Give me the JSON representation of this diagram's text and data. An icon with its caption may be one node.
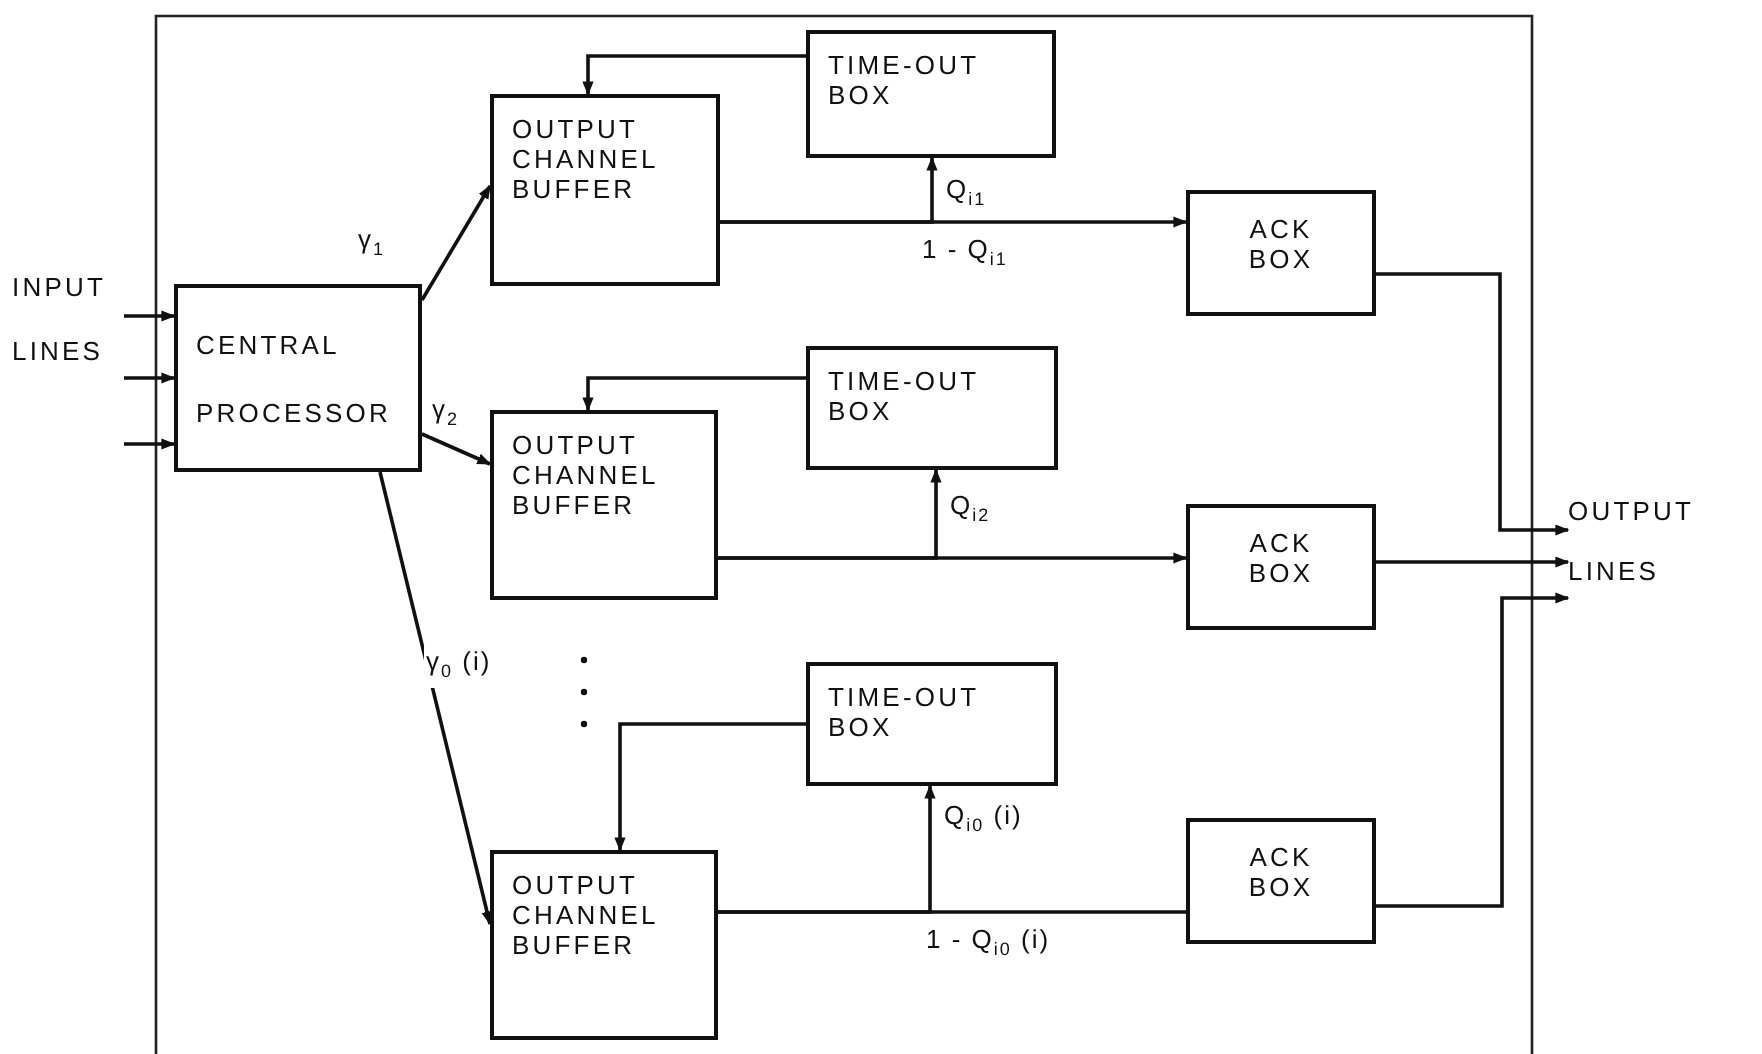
{
  "diagram": {
    "nodes": [
      {
        "text": [
          "INPUT LINES"
        ]
      },
      {
        "text": [
          "CENTRAL PROCESSOR"
        ]
      },
      {
        "text": [
          "OUTPUT CHANNEL BUFFER"
        ]
      },
      {
        "text": [
          "TIME-OUT BOX"
        ]
      },
      {
        "text": [
          "ACK BOX"
        ]
      },
      {
        "text": [
          "OUTPUT CHANNEL BUFFER"
        ]
      },
      {
        "text": [
          "TIME-OUT BOX"
        ]
      },
      {
        "text": [
          "ACK BOX"
        ]
      },
      {
        "text": [
          "TIME-OUT BOX"
        ]
      },
      {
        "text": [
          "OUTPUT CHANNEL BUFFER"
        ]
      },
      {
        "text": [
          "ACK BOX"
        ]
      },
      {
        "text": [
          "OUTPUT LINES"
        ]
      }
    ],
    "edges": [
      {
        "from": 0,
        "to": 1,
        "arrow": "to"
      },
      {
        "from": 0,
        "to": 1,
        "arrow": "to"
      },
      {
        "from": null,
        "to": 1,
        "arrow": "to"
      },
      {
        "from": 1,
        "to": 2,
        "arrow": "to",
        "label": "γ$_{1}$"
      },
      {
        "from": 1,
        "to": 5,
        "arrow": "to",
        "label": "γ$_{2}$"
      },
      {
        "from": 1,
        "to": 9,
        "arrow": "to",
        "label": "γ$_{0}$ (i)"
      },
      {
        "from": 2,
        "to": 4,
        "arrow": "to",
        "label": "1 - Q$_{i1}$"
      },
      {
        "from": 2,
        "to": 3,
        "arrow": "to",
        "label": "Q$_{i1}$"
      },
      {
        "from": 3,
        "to": 2,
        "arrow": "to"
      },
      {
        "from": 5,
        "to": 7,
        "arrow": "to"
      },
      {
        "from": 5,
        "to": 6,
        "arrow": "to",
        "label": "Q$_{i2}$"
      },
      {
        "from": 6,
        "to": 5,
        "arrow": "to"
      },
      {
        "from": 9,
        "to": 10,
        "arrow": "none",
        "label": "1 - Q$_{i0}$ (i)"
      },
      {
        "from": 9,
        "to": 8,
        "arrow": "to",
        "label": "Q$_{i0}$ (i)"
      },
      {
        "from": 8,
        "to": 9,
        "arrow": "to"
      },
      {
        "from": 4,
        "to": 11,
        "arrow": "to"
      },
      {
        "from": 7,
        "to": 11,
        "arrow": "to"
      },
      {
        "from": 10,
        "to": 11,
        "arrow": "to"
      }
    ]
  }
}
